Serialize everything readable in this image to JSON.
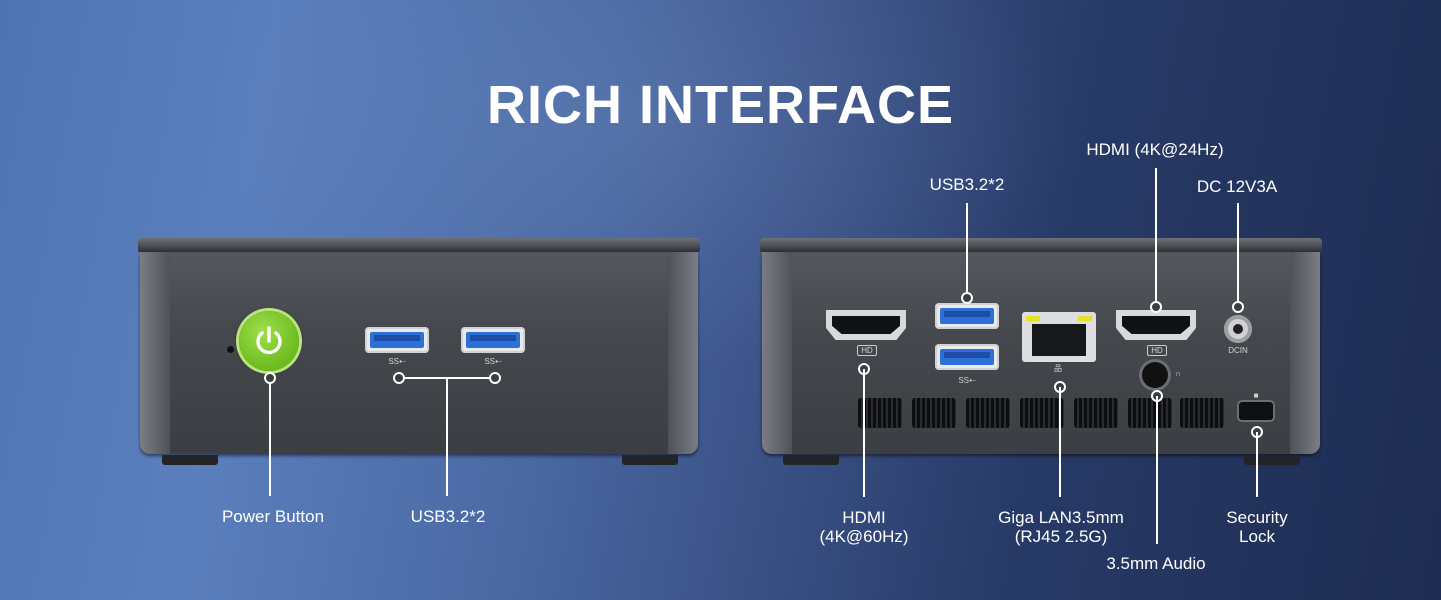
{
  "title": "RICH INTERFACE",
  "front": {
    "labels": {
      "power": "Power Button",
      "usb": "USB3.2*2"
    }
  },
  "rear": {
    "labels": {
      "usb": "USB3.2*2",
      "hdmi_top": "HDMI (4K@24Hz)",
      "dc": "DC 12V3A",
      "hdmi_bottom": "HDMI\n(4K@60Hz)",
      "lan": "Giga LAN3.5mm\n(RJ45 2.5G)",
      "audio": "3.5mm Audio",
      "security": "Security\nLock"
    },
    "port_marks": {
      "hd1": "HD",
      "hd2": "HD",
      "dcin": "DCIN"
    }
  },
  "colors": {
    "power_green": "#7cc52b",
    "usb_blue": "#2f6fd8"
  },
  "icons": [
    "power-icon",
    "usb-ss-icon",
    "lock-icon",
    "headphone-icon",
    "network-icon"
  ]
}
